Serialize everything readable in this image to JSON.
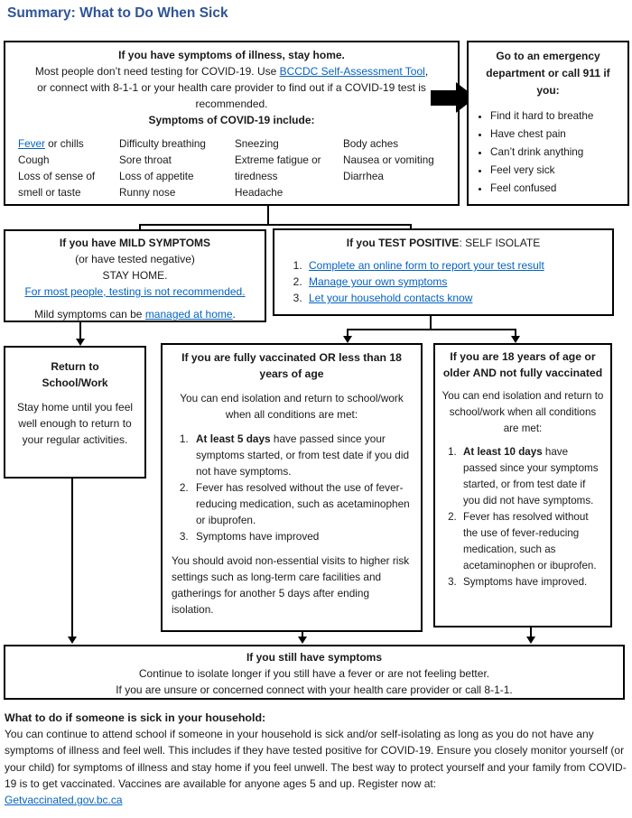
{
  "page": {
    "title": "Summary: What to Do When Sick"
  },
  "colors": {
    "link_blue": "#0563c1",
    "title_blue": "#2f5496",
    "border_black": "#000000"
  },
  "top_box": {
    "heading": "If you have symptoms of illness, stay home.",
    "intro_pre": "Most people don’t need testing for COVID-19. Use ",
    "intro_link": "BCCDC Self-Assessment Tool",
    "intro_post": ", or connect with 8-1-1 or your health care provider to find out if a COVID-19 test is recommended.",
    "symptoms_heading": "Symptoms of COVID-19 include:",
    "symptoms": {
      "col1": {
        "fever_link": "Fever",
        "fever_rest": " or chills",
        "item2": "Cough",
        "item3": "Loss of sense of smell or taste"
      },
      "col2": {
        "item1": "Difficulty breathing",
        "item2": "Sore throat",
        "item3": "Loss of appetite",
        "item4": "Runny nose"
      },
      "col3": {
        "item1": "Sneezing",
        "item2": "Extreme fatigue or tiredness",
        "item3": "Headache"
      },
      "col4": {
        "item1": "Body aches",
        "item2": "Nausea or vomiting",
        "item3": "Diarrhea"
      }
    }
  },
  "emergency_box": {
    "heading": "Go to an emergency department or call 911 if you:",
    "bullets": {
      "0": "Find it hard to breathe",
      "1": "Have chest pain",
      "2": "Can’t drink anything",
      "3": "Feel very sick",
      "4": "Feel confused"
    }
  },
  "mild_box": {
    "heading": "If you have MILD SYMPTOMS",
    "line2": "(or have tested negative)",
    "line3": "STAY HOME.",
    "testing_link": "For most people, testing is not recommended.",
    "manage_pre": "Mild symptoms can be ",
    "manage_link": "managed at home",
    "manage_post": "."
  },
  "positive_box": {
    "heading_bold": "If you TEST POSITIVE",
    "heading_rest": ": SELF ISOLATE",
    "steps": {
      "0": "Complete an online form to report your test result",
      "1": "Manage your own symptoms",
      "2": "Let your household contacts know"
    }
  },
  "return_box": {
    "heading_line1": "Return to",
    "heading_line2": "School/Work",
    "body": "Stay home until you feel well enough to return to your regular activities."
  },
  "vaccinated_box": {
    "heading": "If you are fully vaccinated OR less than 18 years of age",
    "intro": "You can end isolation and return to school/work when all conditions are met:",
    "item1_bold": "At least 5 days",
    "item1_rest": " have passed since your symptoms started, or from test date if you did not have symptoms.",
    "item2": "Fever has resolved without the use of fever-reducing medication, such as acetaminophen or ibuprofen.",
    "item3": "Symptoms have improved",
    "outro": "You should avoid non-essential visits to higher risk settings such as long-term care facilities and gatherings for another 5 days after ending isolation."
  },
  "unvaccinated_box": {
    "heading": "If you are 18 years of age or older AND not fully vaccinated",
    "intro": "You can end isolation and return to school/work when all conditions are met:",
    "item1_bold": "At least 10 days",
    "item1_rest": " have passed since your symptoms started, or from test date if you did not have symptoms.",
    "item2": "Fever has resolved without the use of fever-reducing medication, such as acetaminophen or ibuprofen.",
    "item3": "Symptoms have improved."
  },
  "still_symptoms_box": {
    "heading": "If you still have symptoms",
    "line1": "Continue to isolate longer if you still have a fever or are not feeling better.",
    "line2": "If you are unsure or concerned connect with your health care provider or call 8-1-1."
  },
  "household": {
    "heading": "What to do if someone is sick in your household:",
    "body": "You can continue to attend school if someone in your household is sick and/or self-isolating as long as you do not have any symptoms of illness and feel well. This includes if they have tested positive for COVID-19. Ensure you closely monitor yourself (or your child) for symptoms of illness and stay home if you feel unwell. The best way to protect yourself and your family from COVID-19 is to get vaccinated. Vaccines are available for anyone ages 5 and up. Register now at:",
    "link": "Getvaccinated.gov.bc.ca"
  }
}
